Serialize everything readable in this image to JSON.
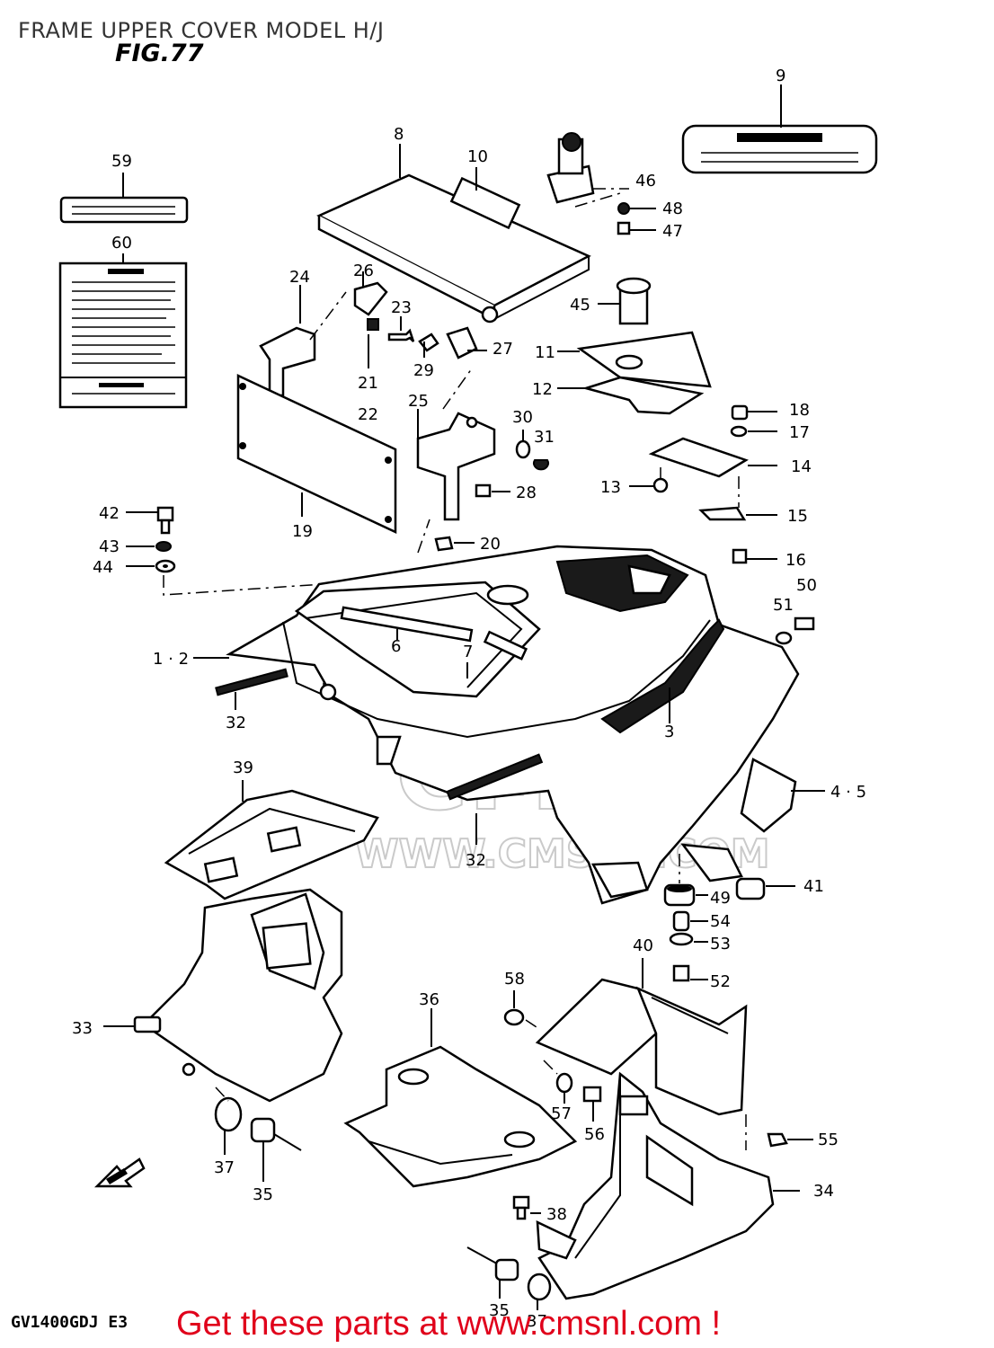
{
  "title": "FRAME UPPER COVER MODEL H/J",
  "figure": "FIG.77",
  "model_code": "GV1400GDJ E3",
  "promo": "Get these parts at www.cmsnl.com !",
  "watermark": {
    "logo_text": "CMS",
    "url_text": "WWW.CMSNL.COM"
  },
  "callouts": [
    "1 · 2",
    "3",
    "4 · 5",
    "6",
    "7",
    "8",
    "9",
    "10",
    "11",
    "12",
    "13",
    "14",
    "15",
    "16",
    "17",
    "18",
    "19",
    "20",
    "21",
    "22",
    "23",
    "24",
    "25",
    "26",
    "27",
    "28",
    "29",
    "30",
    "31",
    "32",
    "32",
    "33",
    "34",
    "35",
    "35",
    "36",
    "37",
    "37",
    "38",
    "39",
    "40",
    "41",
    "42",
    "43",
    "44",
    "45",
    "46",
    "47",
    "48",
    "49",
    "50",
    "51",
    "52",
    "53",
    "54",
    "55",
    "56",
    "57",
    "58",
    "59",
    "60"
  ],
  "colors": {
    "promo": "#e0001b",
    "line": "#000000",
    "watermark": "#bdbdbd"
  },
  "icons": {
    "fr_arrow": "front-direction-arrow-icon"
  }
}
